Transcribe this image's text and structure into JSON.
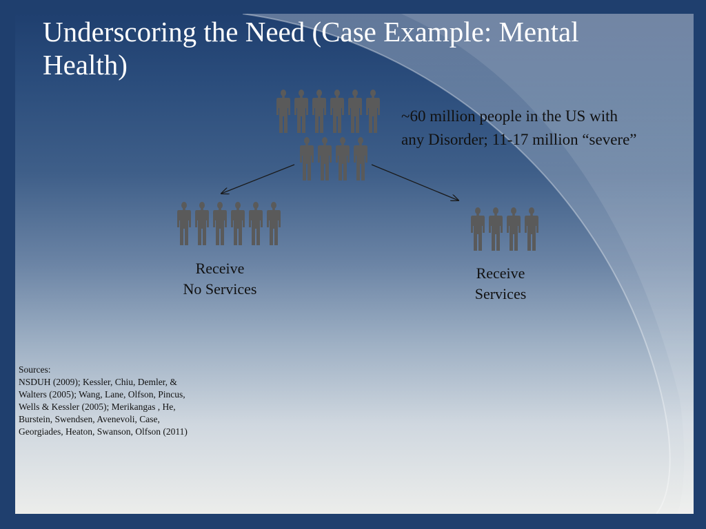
{
  "slide": {
    "title": "Underscoring the Need (Case Example: Mental Health)",
    "stat_line_1": "~60 million people in the US with",
    "stat_line_2": "any Disorder; 11-17 million “severe”",
    "groups": {
      "population": {
        "figures": 10
      },
      "no_services": {
        "label_line_1": "Receive",
        "label_line_2": "No Services",
        "figures": 6
      },
      "services": {
        "label_line_1": "Receive",
        "label_line_2": "Services",
        "figures": 4
      }
    },
    "sources": {
      "heading": "Sources:",
      "lines": [
        "NSDUH (2009); Kessler, Chiu, Demler, &",
        "Walters (2005); Wang, Lane, Olfson, Pincus,",
        "Wells & Kessler (2005); Merikangas , He,",
        "Burstein, Swendsen, Avenevoli, Case,",
        "Georgiades, Heaton, Swanson, Olfson (2011)"
      ]
    }
  },
  "colors": {
    "frame": "#1f3f6e",
    "figure": "#5a5a5a",
    "title_text": "#ffffff",
    "body_text": "#111111"
  }
}
